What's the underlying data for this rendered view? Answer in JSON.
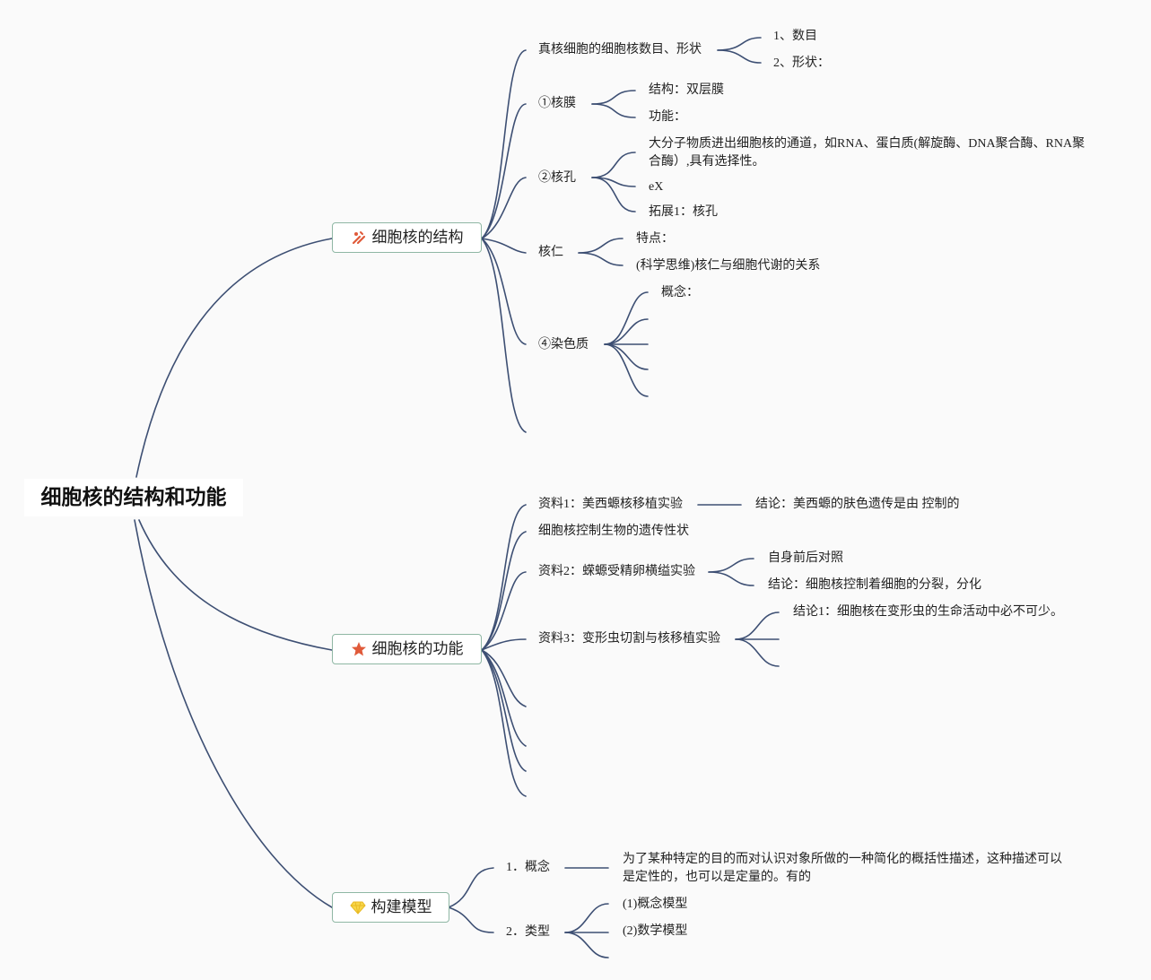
{
  "root": {
    "title": "细胞核的结构和功能"
  },
  "branches": {
    "structure": {
      "title": "细胞核的结构",
      "icon": "tools-icon",
      "items": {
        "count_shape": {
          "label": "真核细胞的细胞核数目、形状",
          "children": [
            "1、数目",
            "2、形状："
          ]
        },
        "membrane": {
          "label": "①核膜",
          "children": [
            "结构：双层膜",
            "功能："
          ]
        },
        "pore": {
          "label": "②核孔",
          "children": [
            "大分子物质进出细胞核的通道，如RNA、蛋白质(解旋酶、DNA聚合酶、RNA聚合酶）,具有选择性。",
            "eX",
            "拓展1：核孔"
          ]
        },
        "nucleolus": {
          "label": "核仁",
          "children": [
            "特点：",
            "(科学思维)核仁与细胞代谢的关系"
          ]
        },
        "chromatin": {
          "label": "④染色质",
          "children": [
            "概念："
          ]
        }
      }
    },
    "function": {
      "title": "细胞核的功能",
      "icon": "star-icon",
      "items": {
        "material1": {
          "label": "资料1：美西螈核移植实验",
          "children": [
            "结论：美西螈的肤色遗传是由 控制的"
          ]
        },
        "control": {
          "label": "细胞核控制生物的遗传性状"
        },
        "material2": {
          "label": "资料2：蝾螈受精卵横缢实验",
          "children": [
            "自身前后对照",
            "结论：细胞核控制着细胞的分裂，分化"
          ]
        },
        "material3": {
          "label": "资料3：变形虫切割与核移植实验",
          "children": [
            "结论1：细胞核在变形虫的生命活动中必不可少。"
          ]
        }
      }
    },
    "model": {
      "title": "构建模型",
      "icon": "diamond-icon",
      "items": {
        "concept": {
          "label": "1．概念",
          "children": [
            "为了某种特定的目的而对认识对象所做的一种简化的概括性描述，这种描述可以是定性的，也可以是定量的。有的"
          ]
        },
        "types": {
          "label": "2．类型",
          "children": [
            "(1)概念模型",
            "(2)数学模型"
          ]
        }
      }
    }
  },
  "colors": {
    "line": "#3d4f73",
    "box_border": "#8fb7a4",
    "icon_red": "#e05a3a",
    "icon_gold": "#e8b923"
  }
}
